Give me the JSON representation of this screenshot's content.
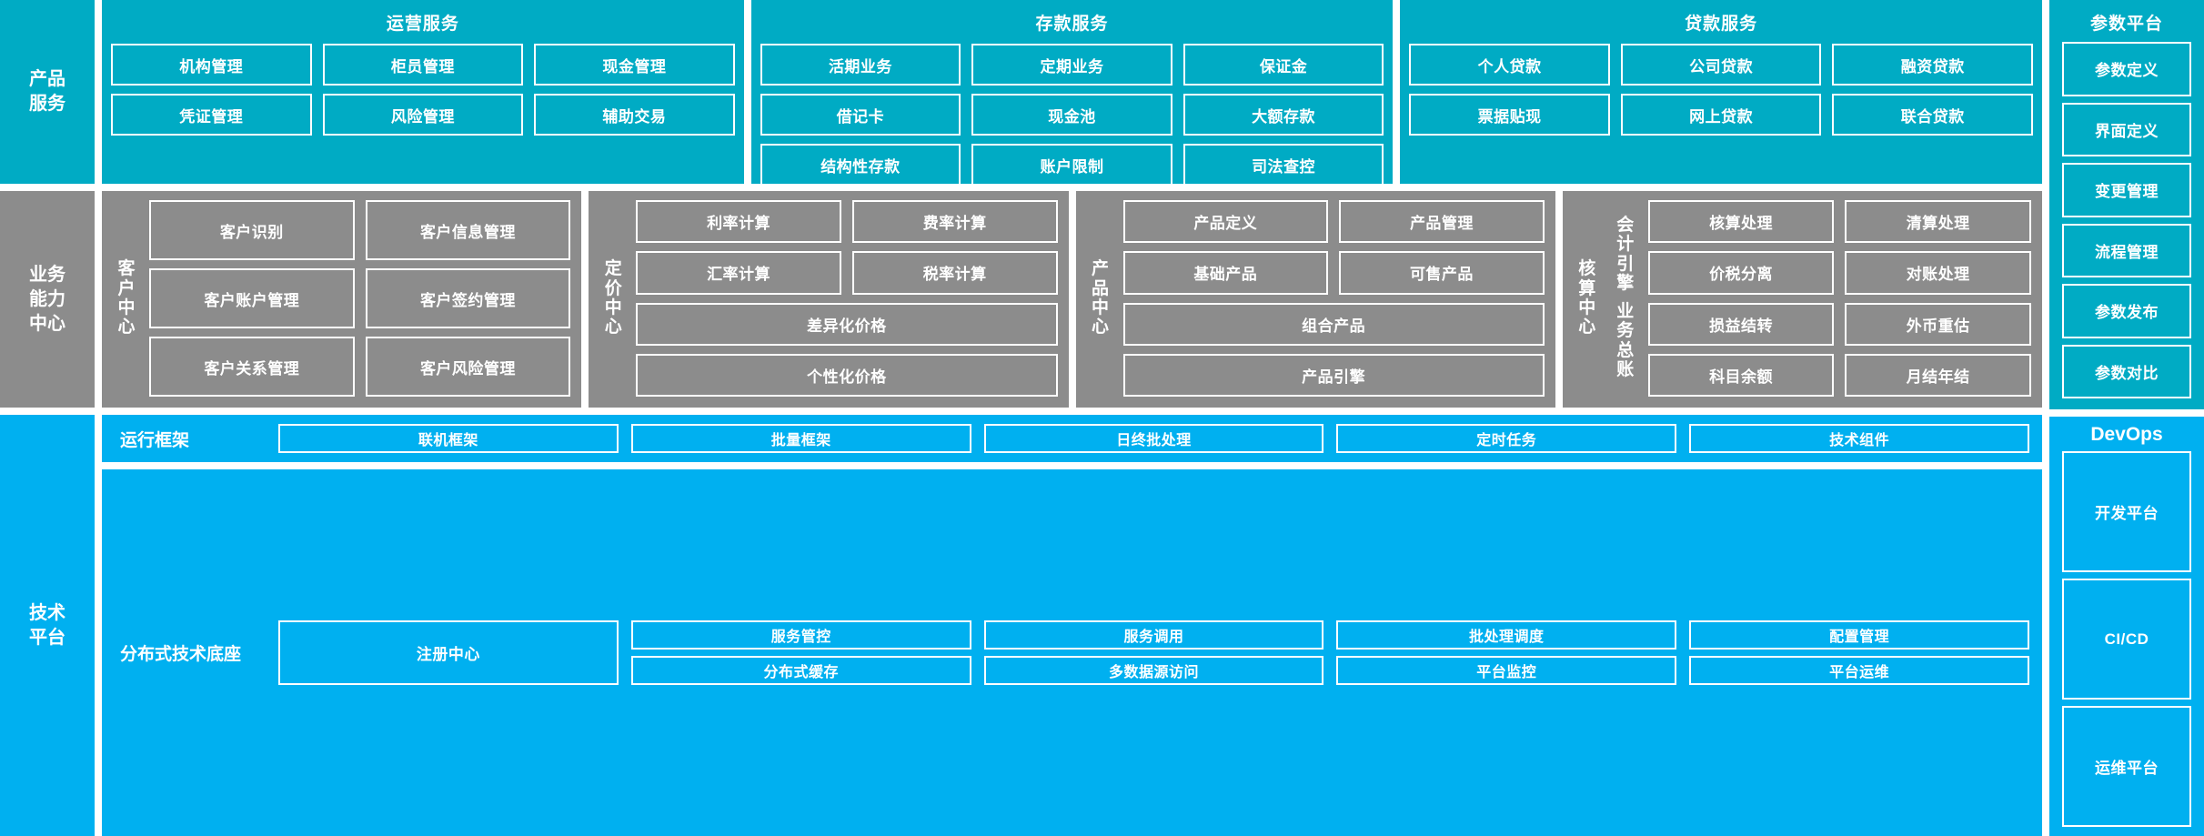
{
  "colors": {
    "teal": "#00abc4",
    "gray": "#8c8c8c",
    "blue": "#00b0f0",
    "box_border": "#ffffff",
    "text": "#ffffff"
  },
  "bands": {
    "products": {
      "label": "产品\n服务",
      "groups": [
        {
          "title": "运营服务",
          "items": [
            "机构管理",
            "柜员管理",
            "现金管理",
            "凭证管理",
            "风险管理",
            "辅助交易"
          ]
        },
        {
          "title": "存款服务",
          "items": [
            "活期业务",
            "定期业务",
            "保证金",
            "借记卡",
            "现金池",
            "大额存款",
            "结构性存款",
            "账户限制",
            "司法查控"
          ]
        },
        {
          "title": "贷款服务",
          "items": [
            "个人贷款",
            "公司贷款",
            "融资贷款",
            "票据贴现",
            "网上贷款",
            "联合贷款"
          ]
        }
      ]
    },
    "capability": {
      "label": "业务\n能力\n中心",
      "centers": [
        {
          "vlabel": "客户中心",
          "vlabel_parts": null,
          "items": [
            "客户识别",
            "客户信息管理",
            "客户账户管理",
            "客户签约管理",
            "客户关系管理",
            "客户风险管理"
          ],
          "wide": []
        },
        {
          "vlabel": "定价中心",
          "vlabel_parts": null,
          "items": [
            "利率计算",
            "费率计算",
            "汇率计算",
            "税率计算",
            "差异化价格",
            "个性化价格"
          ],
          "wide": [
            4,
            5
          ]
        },
        {
          "vlabel": "产品中心",
          "vlabel_parts": null,
          "items": [
            "产品定义",
            "产品管理",
            "基础产品",
            "可售产品",
            "组合产品",
            "产品引擎"
          ],
          "wide": [
            4,
            5
          ]
        },
        {
          "vlabel": "核算中心",
          "vlabel_parts": [
            "会计引擎",
            "业务总账"
          ],
          "items": [
            "核算处理",
            "清算处理",
            "价税分离",
            "对账处理",
            "损益结转",
            "外币重估",
            "科目余额",
            "月结年结"
          ],
          "wide": []
        }
      ]
    },
    "tech": {
      "label": "技术\n平台",
      "rows": [
        {
          "label": "运行框架",
          "items": [
            "联机框架",
            "批量框架",
            "日终批处理",
            "定时任务",
            "技术组件"
          ]
        },
        {
          "label": "分布式技术底座",
          "anchor": "注册中心",
          "items": [
            "服务管控",
            "服务调用",
            "批处理调度",
            "配置管理",
            "分布式缓存",
            "多数据源访问",
            "平台监控",
            "平台运维"
          ]
        }
      ]
    }
  },
  "right_column": {
    "parameter_platform": {
      "title": "参数平台",
      "items": [
        "参数定义",
        "界面定义",
        "变更管理",
        "流程管理",
        "参数发布",
        "参数对比"
      ]
    },
    "devops": {
      "title": "DevOps",
      "items": [
        "开发平台",
        "CI/CD",
        "运维平台"
      ]
    }
  }
}
